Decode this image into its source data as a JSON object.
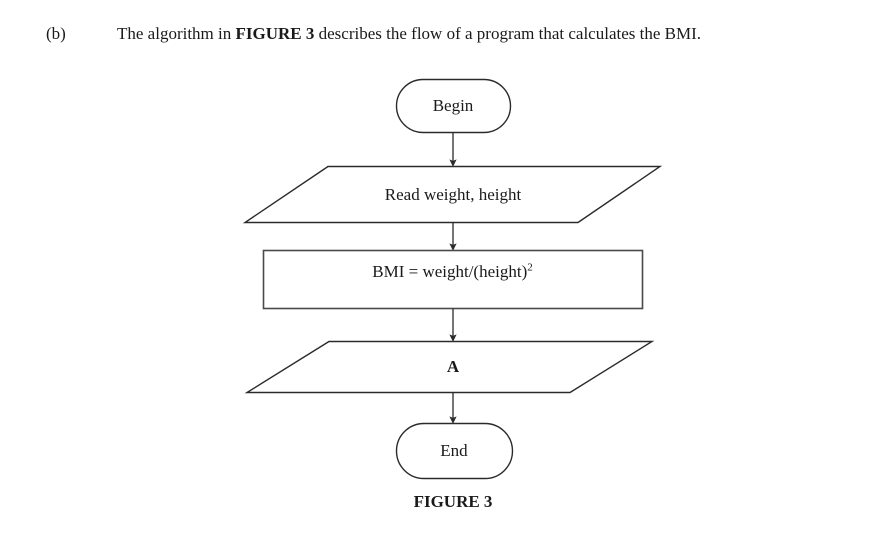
{
  "page": {
    "background_color": "#ffffff",
    "ink_color": "#1a1a1a"
  },
  "question": {
    "label": "(b)",
    "text_before_bold": "The algorithm in ",
    "bold_reference": "FIGURE 3",
    "text_after_bold": " describes the flow of a program that calculates the BMI."
  },
  "flowchart": {
    "caption": "FIGURE 3",
    "stroke_color": "#2b2b2b",
    "nodes": [
      {
        "id": "begin",
        "shape": "terminator",
        "label": "Begin",
        "bold": false
      },
      {
        "id": "read-input",
        "shape": "parallelogram",
        "label": "Read weight, height",
        "bold": false
      },
      {
        "id": "process-bmi",
        "shape": "rectangle",
        "label_main": "BMI = weight/(height)",
        "label_superscript": "2",
        "bold": false
      },
      {
        "id": "output-a",
        "shape": "parallelogram",
        "label": "A",
        "bold": true
      },
      {
        "id": "end",
        "shape": "terminator",
        "label": "End",
        "bold": false
      }
    ],
    "connectors": [
      {
        "from": "begin",
        "to": "read-input",
        "type": "arrow-down"
      },
      {
        "from": "read-input",
        "to": "process-bmi",
        "type": "arrow-down"
      },
      {
        "from": "process-bmi",
        "to": "output-a",
        "type": "arrow-down"
      },
      {
        "from": "output-a",
        "to": "end",
        "type": "arrow-down"
      }
    ]
  }
}
